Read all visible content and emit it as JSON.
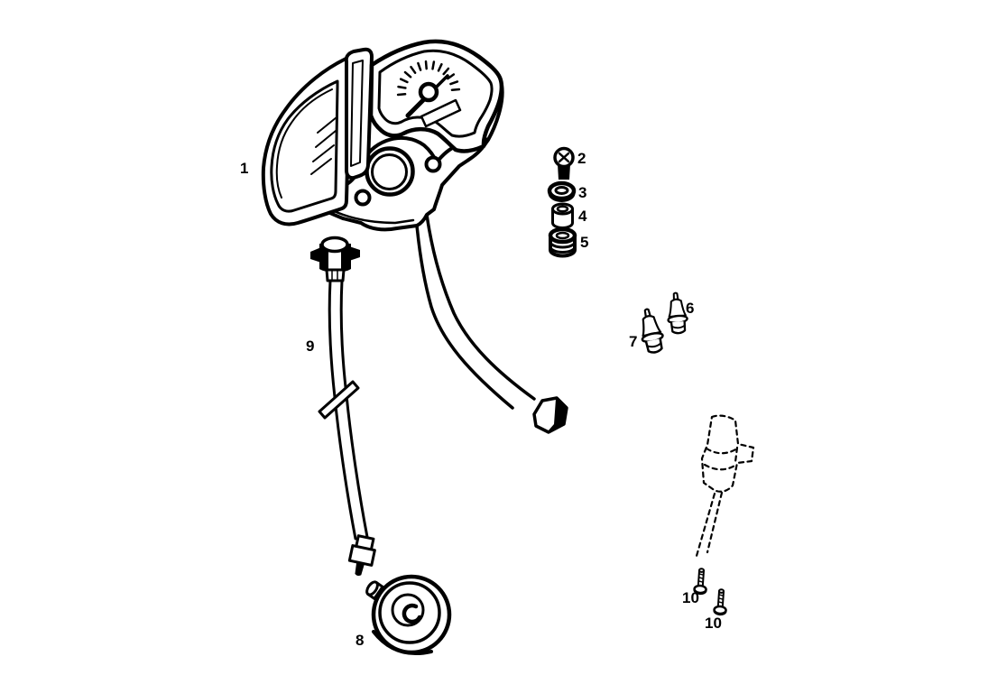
{
  "diagram": {
    "background_color": "#ffffff",
    "line_color": "#000000",
    "callouts": [
      {
        "text": "1",
        "part": "instrument-cluster"
      },
      {
        "text": "2",
        "part": "screw"
      },
      {
        "text": "3",
        "part": "washer"
      },
      {
        "text": "4",
        "part": "spacer-bushing"
      },
      {
        "text": "5",
        "part": "rubber-grommet"
      },
      {
        "text": "6",
        "part": "bulb"
      },
      {
        "text": "7",
        "part": "bulb"
      },
      {
        "text": "8",
        "part": "speedometer-drive"
      },
      {
        "text": "9",
        "part": "speedometer-cable"
      },
      {
        "text": "10",
        "part": "screw"
      },
      {
        "text": "10",
        "part": "screw"
      }
    ]
  }
}
